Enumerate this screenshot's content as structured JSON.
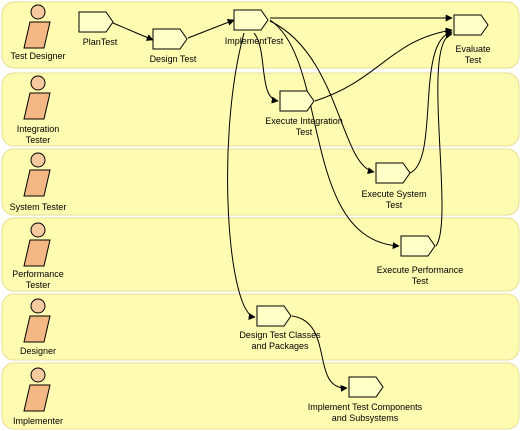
{
  "lanes": [
    {
      "id": "test-designer",
      "label": [
        "Test Designer"
      ]
    },
    {
      "id": "integration-tester",
      "label": [
        "Integration",
        "Tester"
      ]
    },
    {
      "id": "system-tester",
      "label": [
        "System Tester"
      ]
    },
    {
      "id": "performance-tester",
      "label": [
        "Performance",
        "Tester"
      ]
    },
    {
      "id": "designer",
      "label": [
        "Designer"
      ]
    },
    {
      "id": "implementer",
      "label": [
        "Implementer"
      ]
    }
  ],
  "activities": [
    {
      "id": "plan-test",
      "label": [
        "PlanTest"
      ]
    },
    {
      "id": "design-test",
      "label": [
        "Design Test"
      ]
    },
    {
      "id": "implement-test",
      "label": [
        "ImplementTest"
      ]
    },
    {
      "id": "evaluate-test",
      "label": [
        "Evaluate",
        "Test"
      ]
    },
    {
      "id": "execute-integration-test",
      "label": [
        "Execute Integration",
        "Test"
      ]
    },
    {
      "id": "execute-system-test",
      "label": [
        "Execute System",
        "Test"
      ]
    },
    {
      "id": "execute-performance-test",
      "label": [
        "Execute Performance",
        "Test"
      ]
    },
    {
      "id": "design-test-classes",
      "label": [
        "Design Test Classes",
        "and Packages"
      ]
    },
    {
      "id": "implement-test-components",
      "label": [
        "Implement Test Components",
        "and Subsystems"
      ]
    }
  ],
  "flows": [
    {
      "from": "plan-test",
      "to": "design-test"
    },
    {
      "from": "design-test",
      "to": "implement-test"
    },
    {
      "from": "implement-test",
      "to": "evaluate-test"
    },
    {
      "from": "implement-test",
      "to": "execute-integration-test"
    },
    {
      "from": "implement-test",
      "to": "execute-system-test"
    },
    {
      "from": "implement-test",
      "to": "execute-performance-test"
    },
    {
      "from": "implement-test",
      "to": "design-test-classes"
    },
    {
      "from": "execute-integration-test",
      "to": "evaluate-test"
    },
    {
      "from": "execute-system-test",
      "to": "evaluate-test"
    },
    {
      "from": "execute-performance-test",
      "to": "evaluate-test"
    },
    {
      "from": "design-test-classes",
      "to": "implement-test-components"
    }
  ],
  "colors": {
    "lane_fill": "#FFFBB0",
    "lane_stroke": "#E6DF95",
    "activity_fill": "#FFFFC8",
    "actor_head": "#F7C99E",
    "actor_body": "#F3B884",
    "line": "#000000"
  }
}
